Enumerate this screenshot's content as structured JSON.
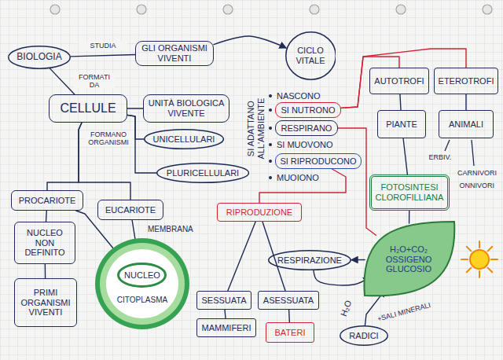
{
  "diagram": {
    "nodes": [
      {
        "text": [
          "BIOLOGIA"
        ]
      },
      {
        "text": [
          "GLI ORGANISMI VIVENTI"
        ]
      },
      {
        "text": [
          "CICLO VITALE"
        ]
      },
      {
        "text": [
          "CELLULE"
        ]
      },
      {
        "text": [
          "UNITÀ BIOLOGICA VIVENTE"
        ]
      },
      {
        "text": [
          "UNICELLULARI"
        ]
      },
      {
        "text": [
          "PLURICELLULARI"
        ]
      },
      {
        "text": [
          "PROCARIOTE"
        ]
      },
      {
        "text": [
          "EUCARIOTE"
        ]
      },
      {
        "text": [
          "NUCLEO NON DEFINITO"
        ]
      },
      {
        "text": [
          "PRIMI ORGANISMI VIVENTI"
        ]
      },
      {
        "text": [
          "MEMBRANA",
          "CITOPLASMA"
        ]
      },
      {
        "text": [
          "NUCLEO"
        ],
        "in": 11
      },
      {
        "text": [
          "SI NUTRONO"
        ]
      },
      {
        "text": [
          "RESPIRANO"
        ]
      },
      {
        "text": [
          "SI RIPRODUCONO"
        ]
      },
      {
        "text": [
          "AUTOTROFI"
        ]
      },
      {
        "text": [
          "ETEROTROFI"
        ]
      },
      {
        "text": [
          "PIANTE"
        ]
      },
      {
        "text": [
          "ANIMALI"
        ]
      },
      {
        "text": [
          "FOTOSINTESI CLOROFILLIANA"
        ]
      },
      {
        "text": [
          "RIPRODUZIONE"
        ]
      },
      {
        "text": [
          "H₂O+CO₂",
          "OSSIGENO",
          "GLUCOSIO"
        ]
      },
      {
        "text": [
          "RESPIRAZIONE"
        ]
      },
      {
        "text": [
          "SESSUATA"
        ]
      },
      {
        "text": [
          "ASESSUATA"
        ]
      },
      {
        "text": [
          "MAMMIFERI"
        ]
      },
      {
        "text": [
          "BATERI"
        ]
      },
      {
        "text": [
          "RADICI"
        ]
      }
    ],
    "edges": [
      {
        "from": 0,
        "to": 1,
        "arrow": "none",
        "label": "STUDIA"
      },
      {
        "from": 1,
        "to": 2,
        "arrow": "to"
      },
      {
        "from": 0,
        "to": 3,
        "arrow": "none",
        "label": "FORMATI DA"
      },
      {
        "from": 3,
        "to": 4,
        "arrow": "none"
      },
      {
        "from": 3,
        "to": 5,
        "arrow": "none",
        "label": "FORMANO ORGANISMI"
      },
      {
        "from": 3,
        "to": 6,
        "arrow": "none"
      },
      {
        "from": 3,
        "to": 7,
        "arrow": "none"
      },
      {
        "from": 3,
        "to": 8,
        "arrow": "none"
      },
      {
        "from": 7,
        "to": 9,
        "arrow": "none"
      },
      {
        "from": 9,
        "to": 10,
        "arrow": "none"
      },
      {
        "from": 7,
        "to": 11,
        "arrow": "none"
      },
      {
        "from": 8,
        "to": 11,
        "arrow": "none"
      },
      {
        "from": 13,
        "to": 16,
        "arrow": "none"
      },
      {
        "from": 13,
        "to": 17,
        "arrow": "none"
      },
      {
        "from": 16,
        "to": 18,
        "arrow": "none"
      },
      {
        "from": 17,
        "to": 19,
        "arrow": "none"
      },
      {
        "from": 18,
        "to": 20,
        "arrow": "none"
      },
      {
        "from": 20,
        "to": 22,
        "arrow": "none"
      },
      {
        "from": 14,
        "to": 22,
        "arrow": "none"
      },
      {
        "from": 15,
        "to": 21,
        "arrow": "none"
      },
      {
        "from": 21,
        "to": 24,
        "arrow": "none"
      },
      {
        "from": 21,
        "to": 25,
        "arrow": "none"
      },
      {
        "from": 24,
        "to": 26,
        "arrow": "none"
      },
      {
        "from": 25,
        "to": 27,
        "arrow": "none"
      },
      {
        "from": 22,
        "to": 23,
        "arrow": "to"
      },
      {
        "from": 23,
        "to": 22,
        "arrow": "to"
      },
      {
        "from": 28,
        "to": 22,
        "arrow": "to"
      }
    ],
    "labels": [
      "NASCONO",
      "SI MUOVONO",
      "MUOIONO",
      "SI ADATTANO ALL'AMBIENTE",
      "ERBIV.",
      "CARNIVORI",
      "ONNIVORI",
      "H₂O",
      "+SALI MINERALI"
    ]
  }
}
